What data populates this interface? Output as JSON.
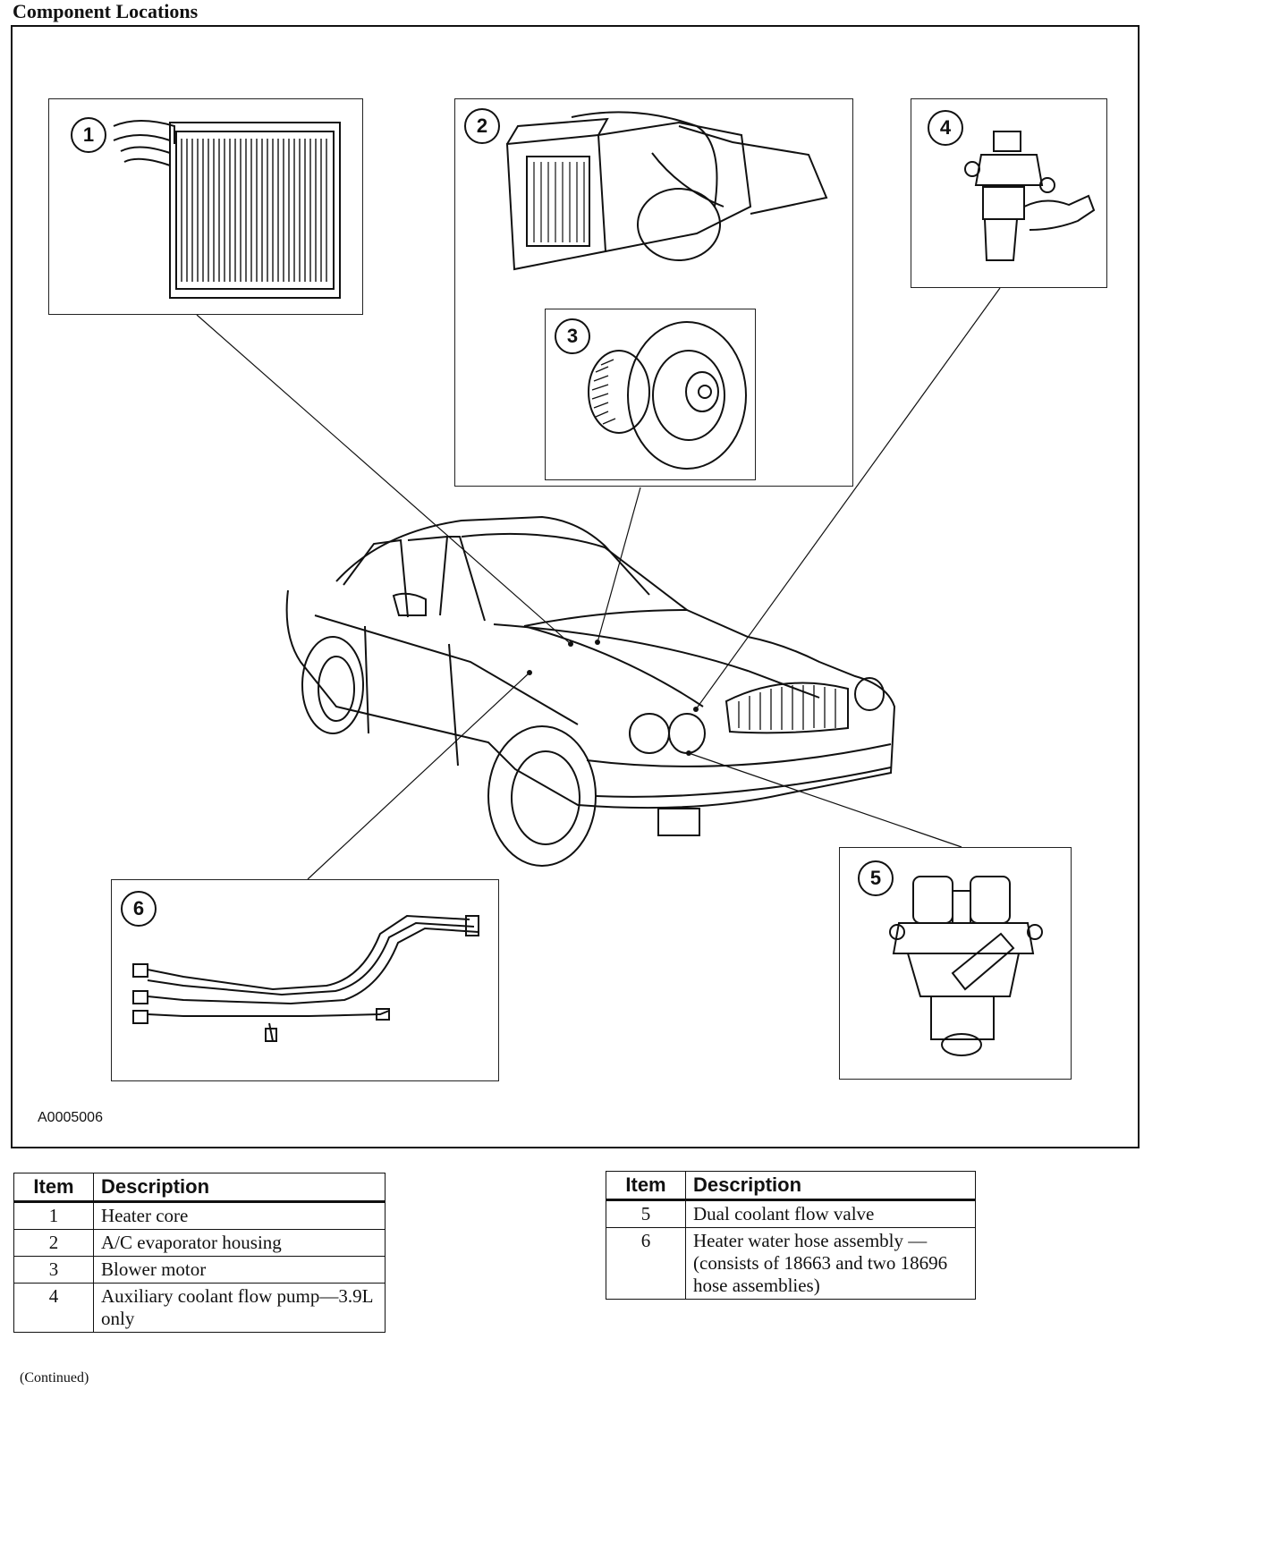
{
  "title": "Component Locations",
  "figure_id": "A0005006",
  "continued": "(Continued)",
  "table_headers": {
    "item": "Item",
    "description": "Description"
  },
  "callouts": [
    "1",
    "2",
    "3",
    "4",
    "5",
    "6"
  ],
  "table_left": [
    {
      "item": "1",
      "description": "Heater core"
    },
    {
      "item": "2",
      "description": "A/C evaporator housing"
    },
    {
      "item": "3",
      "description": "Blower motor"
    },
    {
      "item": "4",
      "description": "Auxiliary coolant flow pump—3.9L only"
    }
  ],
  "table_right": [
    {
      "item": "5",
      "description": "Dual coolant flow valve"
    },
    {
      "item": "6",
      "description": "Heater water hose assembly — (consists of 18663 and two 18696 hose assemblies)"
    }
  ]
}
